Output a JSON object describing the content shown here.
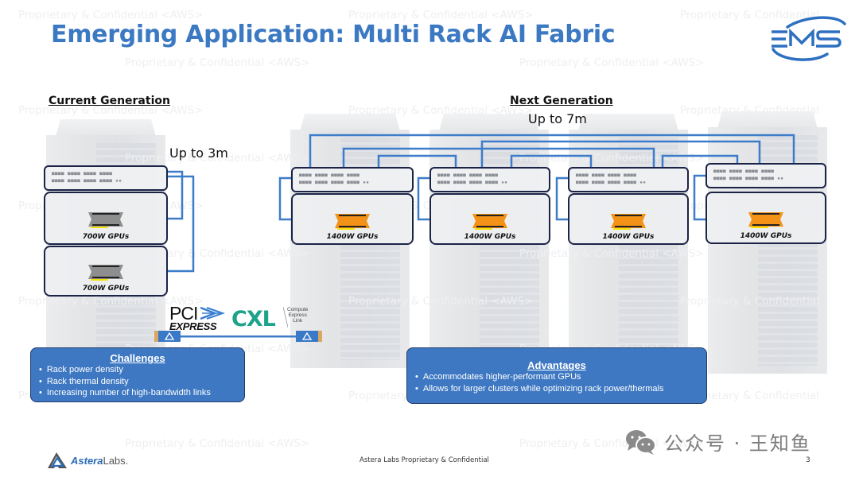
{
  "slide": {
    "title": "Emerging Application: Multi Rack AI Fabric",
    "watermark_text": "Proprietary & Confidential <AWS>",
    "watermark_text_short": "Proprietary & Confidential",
    "logo_fms": "FMS"
  },
  "current_generation": {
    "heading": "Current Generation",
    "distance": "Up to 3m",
    "gpu_trays": [
      {
        "label": "700W GPUs"
      },
      {
        "label": "700W GPUs"
      }
    ],
    "chip_color": "#8e8e8e",
    "interconnect": {
      "pcie_line1": "PCI",
      "pcie_line2": "EXPRESS",
      "cxl": "CXL",
      "cxl_sub": [
        "Compute",
        "Express",
        "Link"
      ]
    }
  },
  "next_generation": {
    "heading": "Next Generation",
    "distance": "Up to 7m",
    "racks": [
      {
        "gpu_label": "1400W GPUs"
      },
      {
        "gpu_label": "1400W GPUs"
      },
      {
        "gpu_label": "1400W GPUs"
      },
      {
        "gpu_label": "1400W GPUs"
      }
    ],
    "chip_color": "#f39217"
  },
  "switch_ports": {
    "row1": "■■■■ ■■■■ ■■■■ ■■■■",
    "row2": "■■■■ ■■■■ ■■■■ ■■■■ ▪▪"
  },
  "challenges": {
    "heading": "Challenges",
    "items": [
      "Rack power density",
      "Rack thermal density",
      "Increasing number of high-bandwidth links"
    ]
  },
  "advantages": {
    "heading": "Advantages",
    "items": [
      "Accommodates higher-performant GPUs",
      "Allows for larger clusters while optimizing rack power/thermals"
    ]
  },
  "footer": {
    "company_logo_bold": "Astera",
    "company_logo_light": "Labs.",
    "center_text": "Astera Labs Proprietary & Confidential",
    "page_number": "3",
    "wechat_watermark": "公众号 · 王知鱼"
  },
  "colors": {
    "title_blue": "#3b79c3",
    "link_blue": "#3d7cc9",
    "callout_blue": "#3e78c2",
    "tray_border": "#1b2347"
  }
}
